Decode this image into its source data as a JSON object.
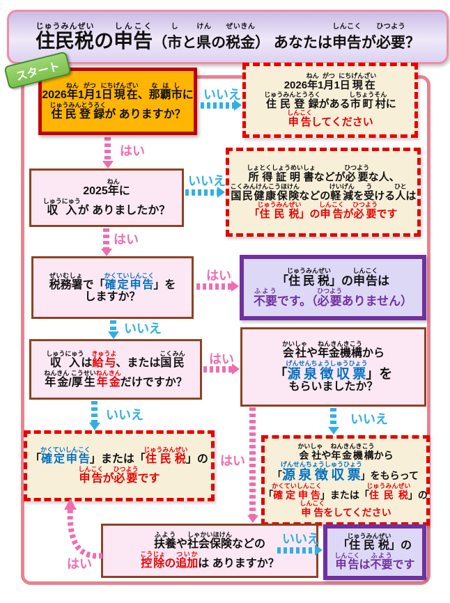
{
  "labels": {
    "start": "スタート",
    "yes": "はい",
    "no": "いいえ"
  },
  "colors": {
    "frame_pink": "#e8838f",
    "yes_pink": "#f06cae",
    "no_cyan": "#2fb0e4",
    "result_red": "#e60000",
    "keyword_blue": "#0070c0",
    "ok_purple": "#7030a0",
    "start_orange": "#ffb503",
    "start_border_red": "#c00000",
    "question_pink_bg": "#fce8f4",
    "question_brown_border": "#8e4123",
    "cream_bg": "#f8efd9",
    "start_tag_green": "#7bbf4e"
  },
  "title": {
    "lines": [
      [
        {
          "b": "住民税",
          "r": "じゅうみんぜい",
          "s": "xl"
        },
        {
          "b": "の",
          "s": "xl"
        },
        {
          "b": "申告",
          "r": "しんこく",
          "s": "xl"
        },
        {
          "b": "（",
          "s": "lg"
        },
        {
          "b": "市",
          "r": "し",
          "s": "lg"
        },
        {
          "b": "と",
          "s": "lg"
        },
        {
          "b": "県",
          "r": "けん",
          "s": "lg"
        },
        {
          "b": "の",
          "s": "lg"
        },
        {
          "b": "税金",
          "r": "ぜいきん",
          "s": "lg"
        },
        {
          "b": "）",
          "s": "lg"
        },
        {
          "b": " あなたは",
          "s": "lg"
        },
        {
          "b": "申告",
          "r": "しんこく",
          "s": "lg"
        },
        {
          "b": "が",
          "s": "lg"
        },
        {
          "b": "必要",
          "r": "ひつよう",
          "s": "lg"
        },
        {
          "b": "？",
          "s": "lg"
        }
      ]
    ]
  },
  "boxes": {
    "start": {
      "lines": [
        [
          {
            "b": "2026"
          },
          {
            "b": "年",
            "r": "ねん"
          },
          {
            "b": "1"
          },
          {
            "b": "月",
            "r": "がつ"
          },
          {
            "b": "1"
          },
          {
            "b": "日",
            "r": "にち"
          },
          {
            "b": "現在",
            "r": "げんざい"
          },
          {
            "b": "、"
          },
          {
            "b": "那覇市",
            "r": "なはし"
          },
          {
            "b": "に"
          }
        ],
        [
          {
            "b": "住民登録",
            "r": "じゅうみんとうろく"
          },
          {
            "b": "が ありますか？"
          }
        ]
      ]
    },
    "need_file_city": {
      "lines": [
        [
          {
            "b": "2026"
          },
          {
            "b": "年",
            "r": "ねん"
          },
          {
            "b": "1"
          },
          {
            "b": "月",
            "r": "がつ"
          },
          {
            "b": "1"
          },
          {
            "b": "日",
            "r": "にち"
          },
          {
            "b": "現在",
            "r": "げんざい"
          }
        ],
        [
          {
            "b": "住民登録",
            "r": "じゅうみんとうろく"
          },
          {
            "b": "がある"
          },
          {
            "b": "市町村",
            "r": "しちょうそん"
          },
          {
            "b": "に"
          }
        ],
        [
          {
            "b": "申告",
            "r": "しんこく",
            "c": "red"
          },
          {
            "b": "してください",
            "c": "red"
          }
        ]
      ]
    },
    "q_income_2025": {
      "lines": [
        [
          {
            "b": "2025"
          },
          {
            "b": "年",
            "r": "ねん"
          },
          {
            "b": "に"
          }
        ],
        [
          {
            "b": "収入",
            "r": "しゅうにゅう"
          },
          {
            "b": "が ありましたか？"
          }
        ]
      ]
    },
    "need_juminzei": {
      "lines": [
        [
          {
            "b": "所得証明書",
            "r": "しょとくしょうめいしょ"
          },
          {
            "b": "などが"
          },
          {
            "b": "必要",
            "r": "ひつよう"
          },
          {
            "b": "な人、"
          }
        ],
        [
          {
            "b": "国民健康保険",
            "r": "こくみんけんこうほけん"
          },
          {
            "b": "などの"
          },
          {
            "b": "軽減",
            "r": "けいげん"
          },
          {
            "b": "を"
          },
          {
            "b": "受",
            "r": "う"
          },
          {
            "b": "ける"
          },
          {
            "b": "人",
            "r": "ひと"
          },
          {
            "b": "は"
          }
        ],
        [
          {
            "b": "「",
            "c": "red"
          },
          {
            "b": "住民税",
            "r": "じゅうみんぜい",
            "c": "red"
          },
          {
            "b": "」の",
            "c": "red"
          },
          {
            "b": "申告",
            "r": "しんこく",
            "c": "red"
          },
          {
            "b": "が",
            "c": "red"
          },
          {
            "b": "必要",
            "r": "ひつよう",
            "c": "red"
          },
          {
            "b": "です",
            "c": "red"
          }
        ]
      ]
    },
    "q_kakutei": {
      "lines": [
        [
          {
            "b": "税務署",
            "r": "ぜいむしょ"
          },
          {
            "b": "で「"
          },
          {
            "b": "確定申告",
            "r": "かくていしんこく",
            "c": "blue"
          },
          {
            "b": "」を"
          }
        ],
        [
          {
            "b": "しますか？"
          }
        ]
      ]
    },
    "no_need_full": {
      "lines": [
        [
          {
            "b": "「"
          },
          {
            "b": "住民税",
            "r": "じゅうみんぜい"
          },
          {
            "b": "」の"
          },
          {
            "b": "申告",
            "r": "しんこく"
          },
          {
            "b": "は"
          }
        ],
        [
          {
            "b": "不要",
            "r": "ふよう",
            "c": "purple"
          },
          {
            "b": "です。（",
            "c": "purple"
          },
          {
            "b": "必要",
            "r": "ひつよう",
            "c": "purple"
          },
          {
            "b": "ありません）",
            "c": "purple"
          }
        ]
      ]
    },
    "q_salary_pension": {
      "lines": [
        [
          {
            "b": "収入",
            "r": "しゅうにゅう"
          },
          {
            "b": "は"
          },
          {
            "b": "給与",
            "r": "きゅうよ",
            "c": "red"
          },
          {
            "b": "、または"
          },
          {
            "b": "国民",
            "r": "こくみん"
          }
        ],
        [
          {
            "b": "年金",
            "r": "ねんきん"
          },
          {
            "b": "/"
          },
          {
            "b": "厚生",
            "r": "こうせい"
          },
          {
            "b": "年金",
            "r": "ねんきん",
            "c": "red"
          },
          {
            "b": "だけですか？"
          }
        ]
      ]
    },
    "q_gensen": {
      "lines": [
        [
          {
            "b": "会社",
            "r": "かいしゃ"
          },
          {
            "b": "や"
          },
          {
            "b": "年金機構",
            "r": "ねんきんきこう"
          },
          {
            "b": "から"
          }
        ],
        [
          {
            "b": "「",
            "s": "big"
          },
          {
            "b": "源泉徴収票",
            "r": "げんせんちょうしゅうひょう",
            "c": "blue",
            "s": "big"
          },
          {
            "b": "」を",
            "s": "big"
          }
        ],
        [
          {
            "b": "もらいましたか？"
          }
        ]
      ]
    },
    "need_kakutei_or_juminzei": {
      "lines": [
        [
          {
            "b": "「"
          },
          {
            "b": "確定申告",
            "r": "かくていしんこく",
            "c": "blue"
          },
          {
            "b": "」または「"
          },
          {
            "b": "住民税",
            "r": "じゅうみんぜい",
            "c": "red"
          },
          {
            "b": "」の"
          }
        ],
        [
          {
            "b": "申告",
            "r": "しんこく",
            "c": "red"
          },
          {
            "b": "が",
            "c": "red"
          },
          {
            "b": "必要",
            "r": "ひつよう",
            "c": "red"
          },
          {
            "b": "です",
            "c": "red"
          }
        ]
      ]
    },
    "get_gensen_and_file": {
      "lines": [
        [
          {
            "b": "会社",
            "r": "かいしゃ"
          },
          {
            "b": "や"
          },
          {
            "b": "年金機構",
            "r": "ねんきんきこう"
          },
          {
            "b": "から"
          }
        ],
        [
          {
            "b": "「"
          },
          {
            "b": "源泉徴収票",
            "r": "げんせんちょうしゅうひょう",
            "c": "blue",
            "s": "big"
          },
          {
            "b": "」をもらって"
          }
        ],
        [
          {
            "b": "「"
          },
          {
            "b": "確定申告",
            "r": "かくていしんこく",
            "c": "red"
          },
          {
            "b": "」または「"
          },
          {
            "b": "住民税",
            "r": "じゅうみんぜい",
            "c": "red"
          },
          {
            "b": "」の"
          }
        ],
        [
          {
            "b": "申告",
            "r": "しんこく",
            "c": "red"
          },
          {
            "b": "をしてください",
            "c": "red"
          }
        ]
      ]
    },
    "q_deductions": {
      "lines": [
        [
          {
            "b": "扶養",
            "r": "ふよう"
          },
          {
            "b": "や"
          },
          {
            "b": "社会保険",
            "r": "しゃかいほけん"
          },
          {
            "b": "などの"
          }
        ],
        [
          {
            "b": "控除",
            "r": "こうじょ",
            "c": "red"
          },
          {
            "b": "の",
            "c": "red"
          },
          {
            "b": "追加",
            "r": "ついか",
            "c": "red"
          },
          {
            "b": "は ありますか？"
          }
        ]
      ]
    },
    "no_need_short": {
      "lines": [
        [
          {
            "b": "「"
          },
          {
            "b": "住民税",
            "r": "じゅうみんぜい"
          },
          {
            "b": "」の"
          }
        ],
        [
          {
            "b": "申告",
            "r": "しんこく",
            "c": "purple"
          },
          {
            "b": "は",
            "c": "purple"
          },
          {
            "b": "不要",
            "r": "ふよう",
            "c": "purple"
          },
          {
            "b": "です",
            "c": "purple"
          }
        ]
      ]
    }
  }
}
